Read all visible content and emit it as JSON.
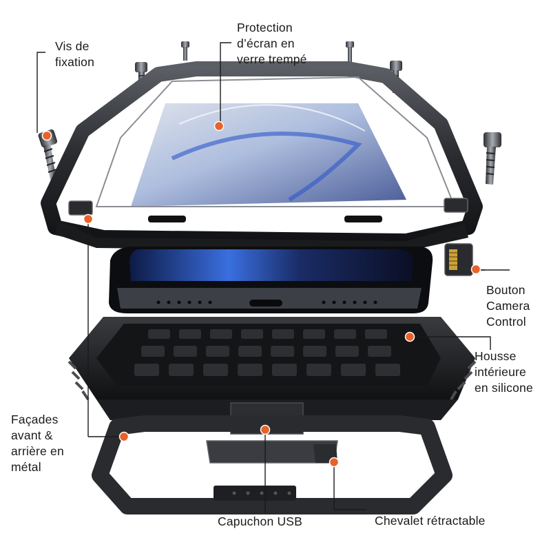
{
  "labels": {
    "screws": "Vis de\nfixation",
    "glass": "Protection\nd’écran en\nverre trempé",
    "button": "Bouton\nCamera\nControl",
    "inner": "Housse\nintérieure\nen silicone",
    "metal": "Façades\navant &\narrière en\nmétal",
    "usb": "Capuchon USB",
    "kickstand": "Chevalet rétractable"
  },
  "colors": {
    "accent": "#e8622a",
    "metal_dark": "#1e1f22",
    "metal_mid": "#3a3c41",
    "screen_blue": "#3b6fd6"
  },
  "icons": [
    "screw-icon",
    "metal-frame",
    "glass-protector",
    "phone",
    "silicone-case",
    "back-plate",
    "camera-control-button",
    "usb-cap",
    "kickstand"
  ]
}
